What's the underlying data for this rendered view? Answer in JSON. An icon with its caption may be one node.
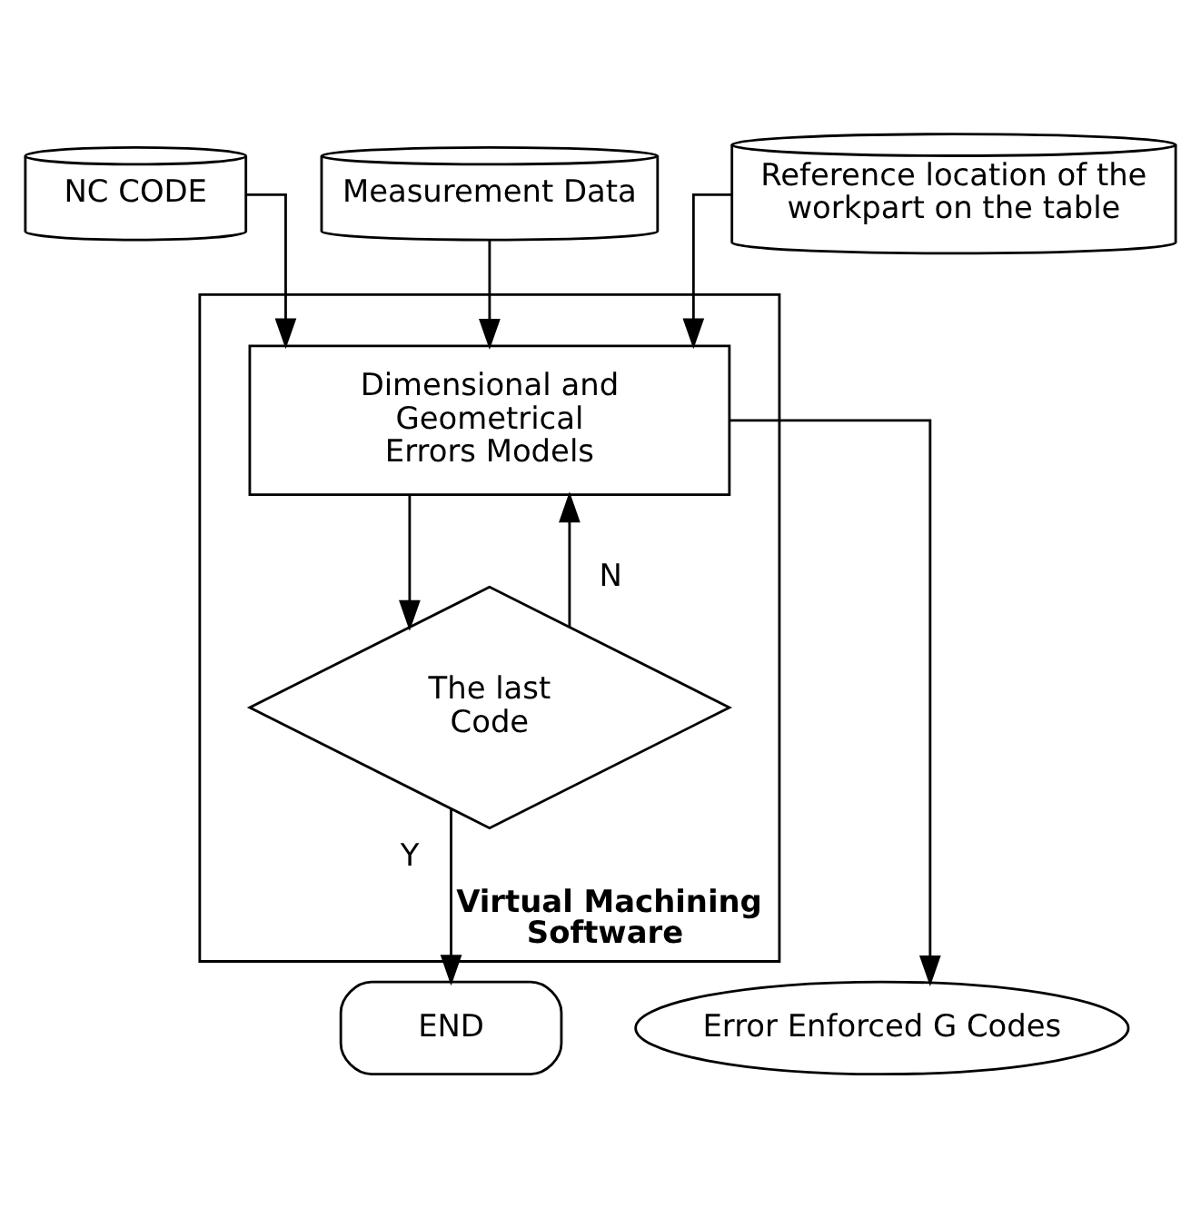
{
  "diagram": {
    "nodes": [
      {
        "text": [
          "NC CODE"
        ]
      },
      {
        "text": [
          "Measurement Data"
        ]
      },
      {
        "text": [
          "Reference location of the workpart on the table"
        ]
      },
      {
        "text": [
          "Virtual Machining Software"
        ]
      },
      {
        "text": [
          "Dimensional and Geometrical Errors Models"
        ],
        "in": 3
      },
      {
        "text": [
          "The last Code"
        ],
        "in": 3
      },
      {
        "text": [
          "END"
        ]
      },
      {
        "text": [
          "Error Enforced G Codes"
        ]
      }
    ],
    "edges": [
      {
        "from": 0,
        "to": 4,
        "arrow": "to"
      },
      {
        "from": 1,
        "to": 4,
        "arrow": "to"
      },
      {
        "from": 2,
        "to": 4,
        "arrow": "to"
      },
      {
        "from": 4,
        "to": 5,
        "arrow": "to"
      },
      {
        "from": 5,
        "to": 4,
        "arrow": "to",
        "label": "N"
      },
      {
        "from": 5,
        "to": 6,
        "arrow": "to",
        "label": "Y"
      },
      {
        "from": 4,
        "to": 7,
        "arrow": "to"
      }
    ]
  }
}
